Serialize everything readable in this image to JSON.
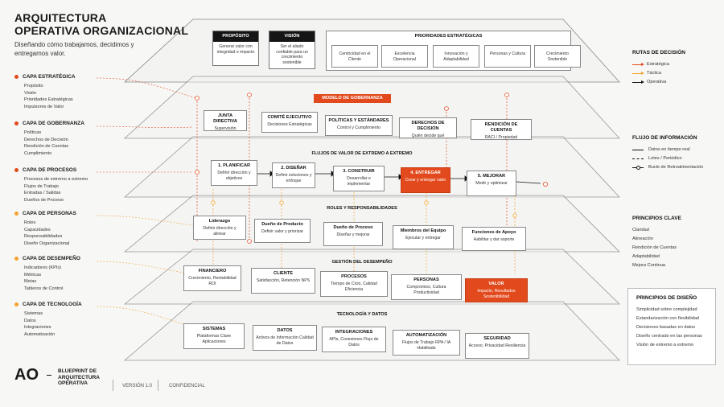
{
  "header": {
    "title_line1": "ARQUITECTURA",
    "title_line2": "OPERATIVA ORGANIZACIONAL",
    "subtitle": "Diseñando cómo trabajamos, decidimos y entregamos valor."
  },
  "colors": {
    "accent": "#e24a1d",
    "secondary": "#f4a22d",
    "dark": "#151515"
  },
  "left_layers": [
    {
      "title": "CAPA ESTRATÉGICA",
      "color": "#e24a1d",
      "items": [
        "Propósito",
        "Visión",
        "Prioridades Estratégicas",
        "Impulsores de Valor"
      ]
    },
    {
      "title": "CAPA DE GOBERNANZA",
      "color": "#e24a1d",
      "items": [
        "Políticas",
        "Derechos de Decisión",
        "Rendición de Cuentas",
        "Cumplimiento"
      ]
    },
    {
      "title": "CAPA DE PROCESOS",
      "color": "#e24a1d",
      "items": [
        "Procesos de extremo a extremo",
        "Flujos de Trabajo",
        "Entradas / Salidas",
        "Dueños de Proceso"
      ]
    },
    {
      "title": "CAPA DE PERSONAS",
      "color": "#f4a22d",
      "items": [
        "Roles",
        "Capacidades",
        "Responsabilidades",
        "Diseño Organizacional"
      ]
    },
    {
      "title": "CAPA DE DESEMPEÑO",
      "color": "#f4a22d",
      "items": [
        "Indicadores (KPIs)",
        "Métricas",
        "Metas",
        "Tableros de Control"
      ]
    },
    {
      "title": "CAPA DE TECNOLOGÍA",
      "color": "#f4a22d",
      "items": [
        "Sistemas",
        "Datos",
        "Integraciones",
        "Automatización"
      ]
    }
  ],
  "strategy": {
    "proposito": {
      "title": "PROPÓSITO",
      "text": "Generar valor con integridad e impacto"
    },
    "vision": {
      "title": "VISIÓN",
      "text": "Ser el aliado confiable para un crecimiento sostenible"
    },
    "priorities_title": "PRIORIDADES ESTRATÉGICAS",
    "priorities": [
      "Centricidad en el Cliente",
      "Excelencia Operacional",
      "Innovación y Adaptabilidad",
      "Personas y Cultura",
      "Crecimiento Sostenible"
    ]
  },
  "governance": {
    "banner": "MODELO DE GOBERNANZA",
    "boxes": [
      {
        "title": "JUNTA DIRECTIVA",
        "text": "Supervisión"
      },
      {
        "title": "COMITÉ EJECUTIVO",
        "text": "Decisiones Estratégicas"
      },
      {
        "title": "POLÍTICAS Y ESTÁNDARES",
        "text": "Control y Cumplimiento"
      },
      {
        "title": "DERECHOS DE DECISIÓN",
        "text": "Quién decide qué"
      },
      {
        "title": "RENDICIÓN DE CUENTAS",
        "text": "RACI / Propiedad"
      }
    ]
  },
  "process": {
    "title": "FLUJOS DE VALOR DE EXTREMO A EXTREMO",
    "steps": [
      {
        "title": "1. PLANIFICAR",
        "text": "Definir dirección y objetivos"
      },
      {
        "title": "2. DISEÑAR",
        "text": "Definir soluciones y enfoque"
      },
      {
        "title": "3. CONSTRUIR",
        "text": "Desarrollar e implementar"
      },
      {
        "title": "4. ENTREGAR",
        "text": "Crear y entregar valor"
      },
      {
        "title": "5. MEJORAR",
        "text": "Medir y optimizar"
      }
    ]
  },
  "people": {
    "title": "ROLES Y RESPONSABILIDADES",
    "boxes": [
      {
        "title": "Liderazgo",
        "text": "Definir dirección y alinear"
      },
      {
        "title": "Dueño de Producto",
        "text": "Definir valor y priorizar"
      },
      {
        "title": "Dueño de Proceso",
        "text": "Diseñar y mejorar"
      },
      {
        "title": "Miembros del Equipo",
        "text": "Ejecutar y entregar"
      },
      {
        "title": "Funciones de Apoyo",
        "text": "Habilitar y dar soporte"
      }
    ]
  },
  "performance": {
    "title": "GESTIÓN DEL DESEMPEÑO",
    "boxes": [
      {
        "title": "FINANCIERO",
        "text": "Crecimiento, Rentabilidad ROI"
      },
      {
        "title": "CLIENTE",
        "text": "Satisfacción, Retención NPS"
      },
      {
        "title": "PROCESOS",
        "text": "Tiempo de Ciclo, Calidad Eficiencia"
      },
      {
        "title": "PERSONAS",
        "text": "Compromiso, Cultura Productividad"
      },
      {
        "title": "VALOR",
        "text": "Impacto, Resultados Sostenibilidad"
      }
    ]
  },
  "technology": {
    "title": "TECNOLOGÍA Y DATOS",
    "boxes": [
      {
        "title": "SISTEMAS",
        "text": "Plataformas Clave Aplicaciones"
      },
      {
        "title": "DATOS",
        "text": "Activos de Información Calidad de Datos"
      },
      {
        "title": "INTEGRACIONES",
        "text": "APIs, Conexiones Flujo de Datos"
      },
      {
        "title": "AUTOMATIZACIÓN",
        "text": "Flujos de Trabajo RPA / IA Habilitada"
      },
      {
        "title": "SEGURIDAD",
        "text": "Acceso, Privacidad Resiliencia"
      }
    ]
  },
  "right": {
    "rutas": {
      "title": "RUTAS DE DECISIÓN",
      "items": [
        {
          "label": "Estratégica",
          "color": "#e24a1d"
        },
        {
          "label": "Táctica",
          "color": "#f4a22d"
        },
        {
          "label": "Operativa",
          "color": "#151515"
        }
      ]
    },
    "flujo": {
      "title": "FLUJO DE INFORMACIÓN",
      "items": [
        "Datos en tiempo real",
        "Lotes / Periódico",
        "Bucle de Retroalimentación"
      ]
    },
    "principios": {
      "title": "PRINCIPIOS CLAVE",
      "items": [
        "Claridad",
        "Alineación",
        "Rendición de Cuentas",
        "Adaptabilidad",
        "Mejora Continua"
      ]
    },
    "diseno": {
      "title": "PRINCIPIOS DE DISEÑO",
      "items": [
        "Simplicidad sobre complejidad",
        "Estandarización con flexibilidad",
        "Decisiones basadas en datos",
        "Diseño centrado en las personas",
        "Visión de extremo a extremo"
      ]
    }
  },
  "footer": {
    "logo": "AO",
    "name_line1": "BLUEPRINT DE",
    "name_line2": "ARQUITECTURA",
    "name_line3": "OPERATIVA",
    "version": "VERSIÓN 1.0",
    "confidential": "CONFIDENCIAL"
  }
}
